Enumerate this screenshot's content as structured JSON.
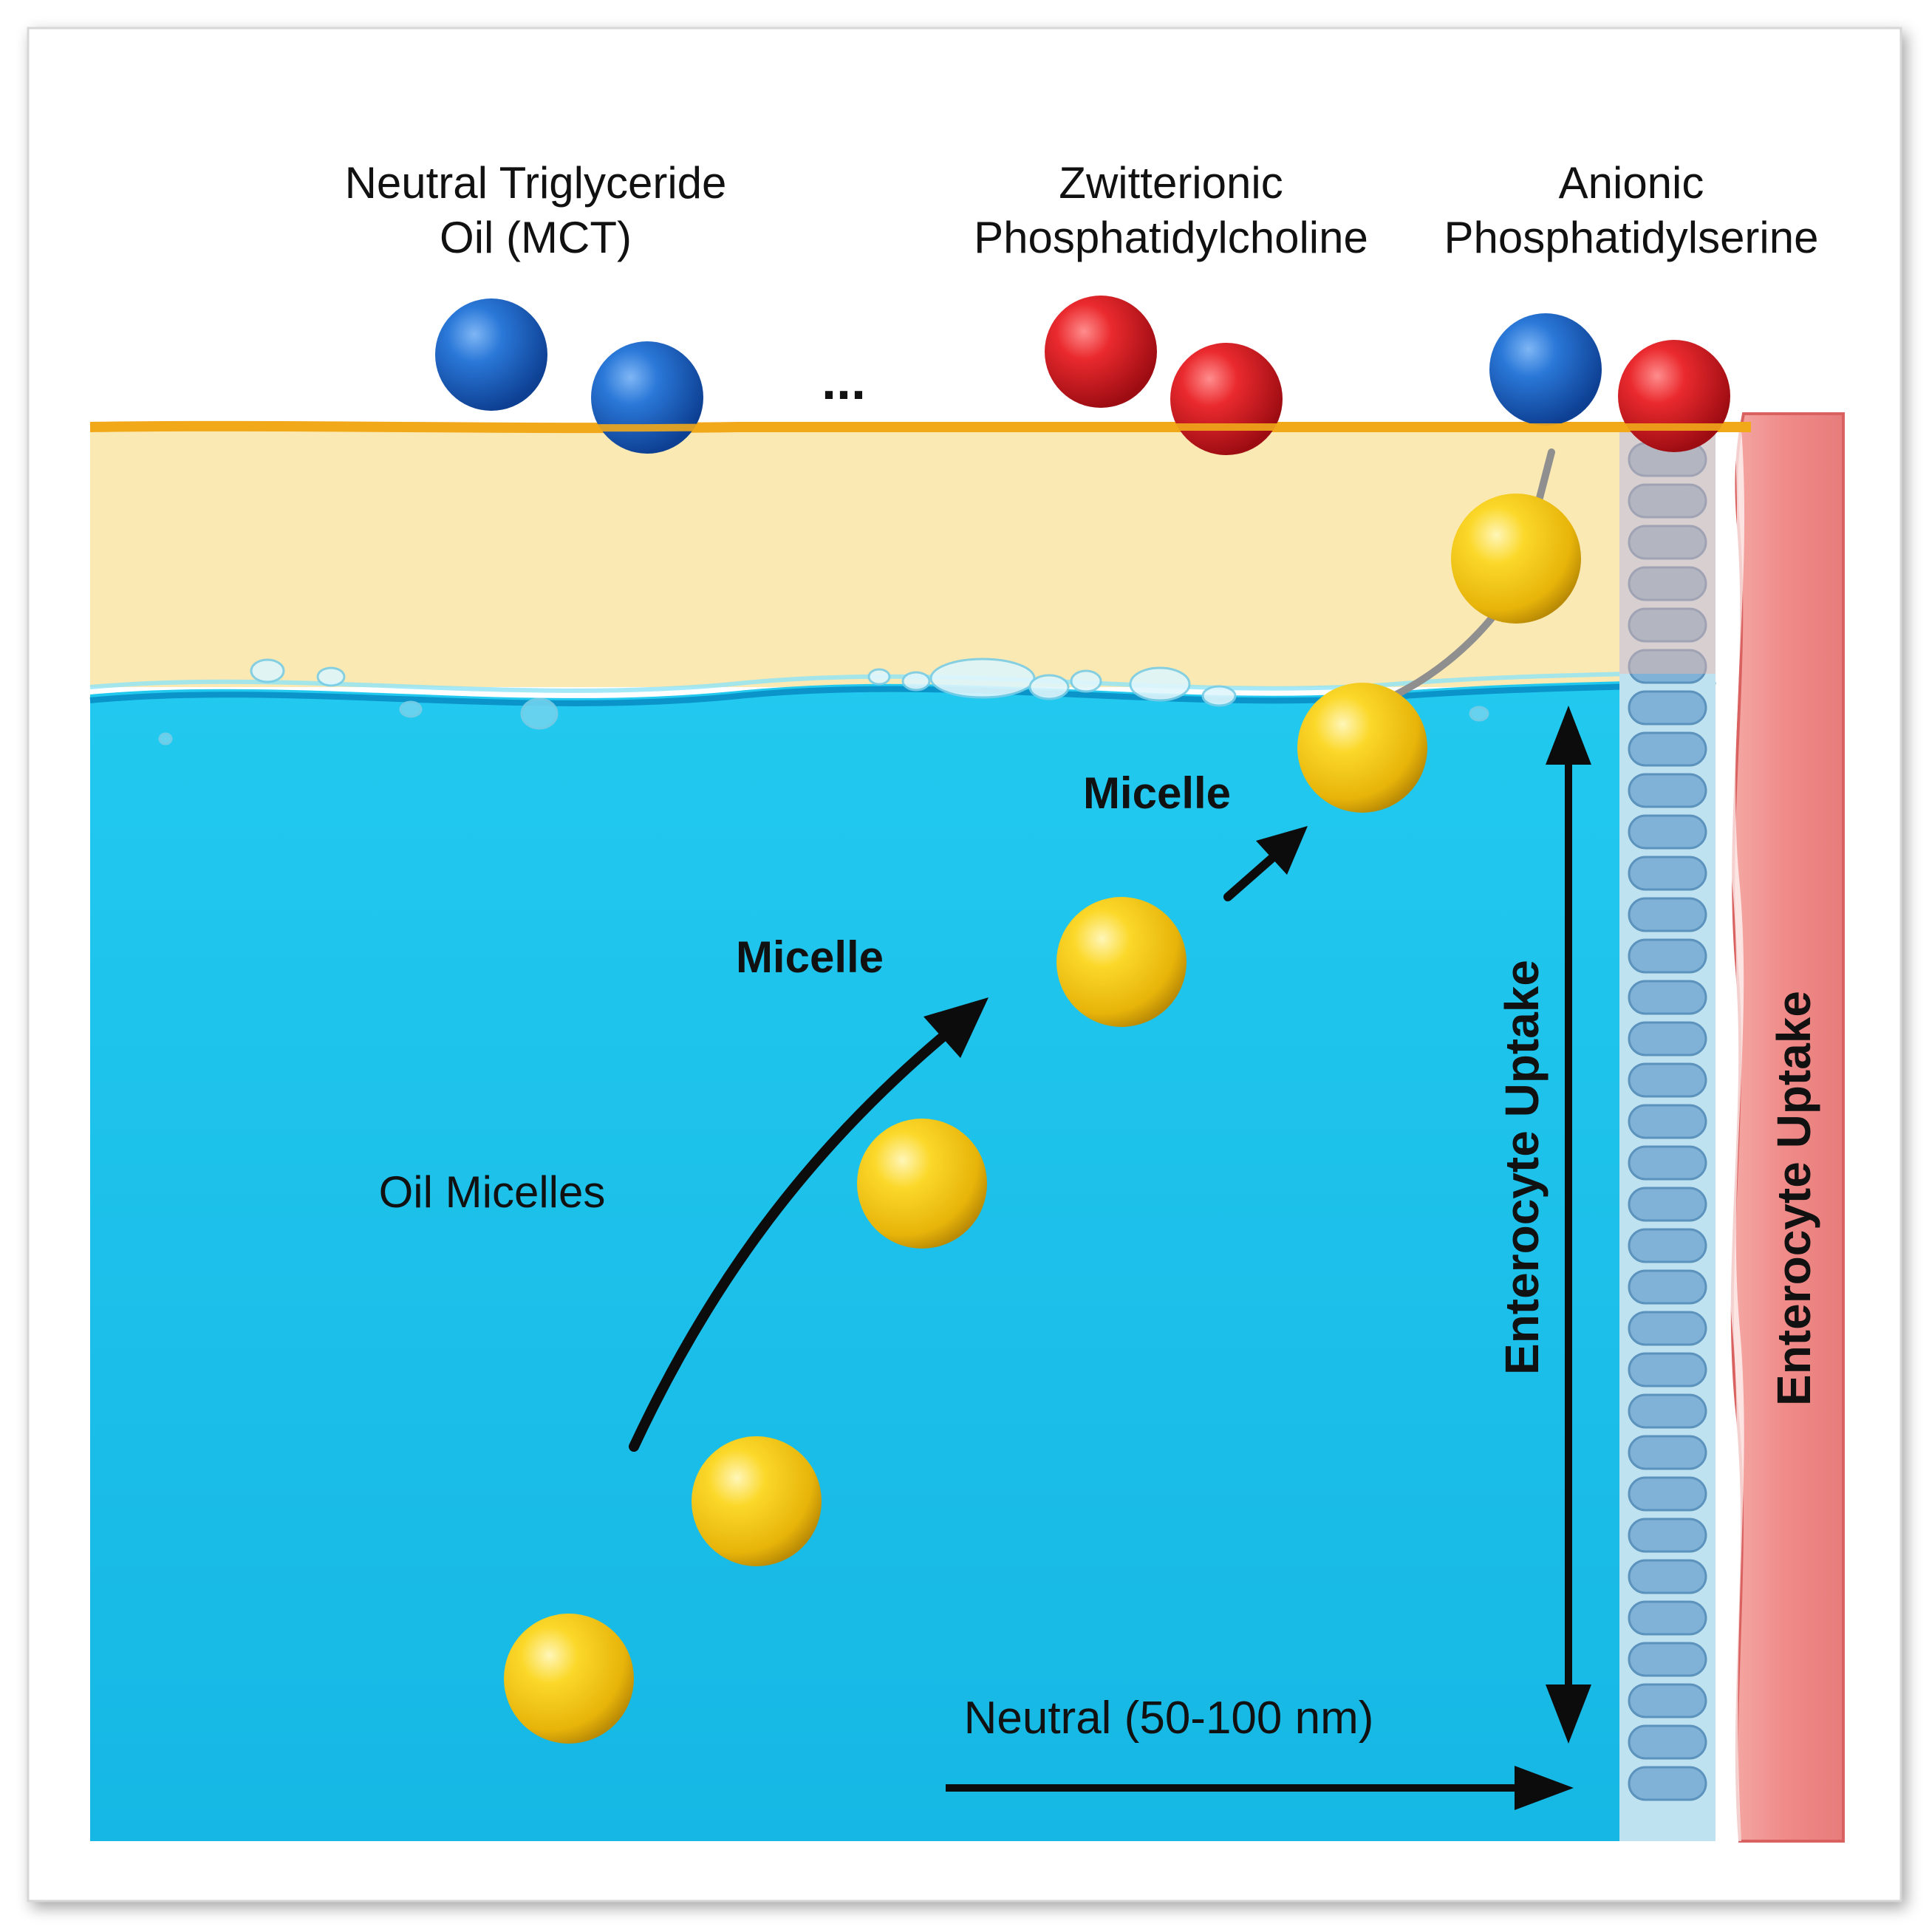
{
  "headers": {
    "neutral_line1": "Neutral Triglyceride",
    "neutral_line2": "Oil (MCT)",
    "zwitterionic_line1": "Zwitterionic",
    "zwitterionic_line2": "Phosphatidylcholine",
    "anionic_line1": "Anionic",
    "anionic_line2": "Phosphatidylserine"
  },
  "ellipsis": "...",
  "labels": {
    "micelle_upper": "Micelle",
    "micelle_lower": "Micelle",
    "oil_micelles": "Oil Micelles",
    "enterocyte_uptake_arrow": "Enterocyte Uptake",
    "enterocyte_uptake_wall": "Enterocyte Uptake",
    "neutral_size": "Neutral (50-100 nm)"
  },
  "colors": {
    "water": "#1fc3ea",
    "oil_layer": "#fbe9b4",
    "surface_line": "#f1a81a",
    "anionic_sphere": "#1f66c7",
    "zwitterionic_sphere": "#e01e25",
    "micelle_sphere": "#f3c712",
    "enterocyte": "#f08b8a",
    "microvilli": "#a9cfe6"
  }
}
